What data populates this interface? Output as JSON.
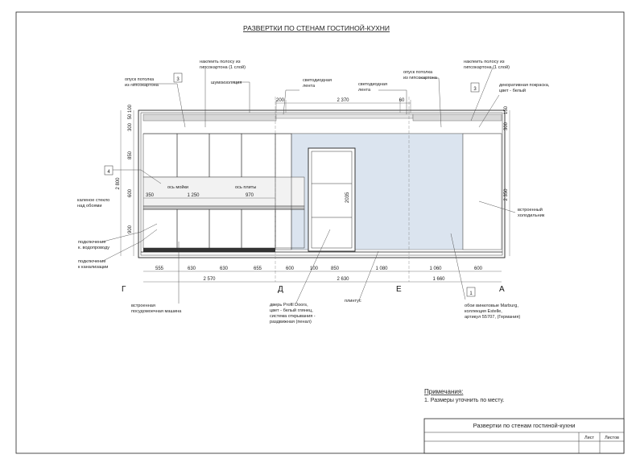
{
  "title": "РАЗВЕРТКИ ПО СТЕНАМ ГОСТИНОЙ-КУХНИ",
  "colors": {
    "wall_paint": "#dbe4ef",
    "ceiling_box": "#d9d9d9",
    "plinth": "#333333",
    "worktop": "#c8c8c8",
    "line": "#222222"
  },
  "labels": {
    "drywall_drop_left": "опуск потолка\nиз гипсокартона",
    "drywall_strip_left": "наклеить полосу из\nгипсокартона (1 слой)",
    "soundproof": "шумоизоляция",
    "led_1": "светодиодная\nлента",
    "led_2": "светодиодная\nлента",
    "drywall_drop_right": "опуск потолка\nиз гипсокартона",
    "drywall_strip_right": "наклеить полосу из\nгипсокартона (1 слой)",
    "decor_paint": "декоративная покраска,\nцвет - белый",
    "glass_apron": "каленое стекло\nнад обоями",
    "fridge": "встроенный\nхолодильник",
    "water": "подключение\nк. водопроводу",
    "sewer": "подключение\nк канализации",
    "dishwasher": "встроенная\nпосудомоечная машина",
    "door": "дверь Profil Doors,\nцвет - белый глянец,\nсистема открывания -\nраздвижная (пенал)",
    "plinth": "плинтус",
    "wallpaper": "обои виниловые Marburg,\nколлекция Estelle,\nартикул 55707, (Германия)",
    "sink_axis": "ось мойки",
    "stove_axis": "ось плиты"
  },
  "callouts": {
    "c3a": "3",
    "c3b": "3",
    "c4": "4",
    "c1": "1"
  },
  "axes": {
    "g": "Г",
    "d": "Д",
    "e": "Е",
    "a": "А"
  },
  "dims": {
    "top_200": "200",
    "top_2370": "2 370",
    "top_60": "60",
    "sink_350": "350",
    "sink_1250": "1 250",
    "sink_970": "970",
    "b1": "555",
    "b2": "630",
    "b3": "630",
    "b4": "655",
    "b5": "600",
    "b6": "100",
    "b7": "850",
    "b8": "1 080",
    "b9": "1 060",
    "b10": "600",
    "t1": "2 570",
    "t2": "2 630",
    "t3": "1 660",
    "l_100": "100",
    "l_50": "50",
    "l_300": "300",
    "l_850": "850",
    "l_600": "600",
    "l_900": "900",
    "l_2800": "2 800",
    "r_150": "150",
    "r_300": "300",
    "r_2350": "2 350",
    "door_h": "2035"
  },
  "notes": {
    "heading": "Примечания:",
    "item1": "1. Размеры уточнить по месту."
  },
  "stamp": {
    "title": "Развертки по стенам гостиной-кухни",
    "sheet": "Лист",
    "sheets": "Листов"
  }
}
